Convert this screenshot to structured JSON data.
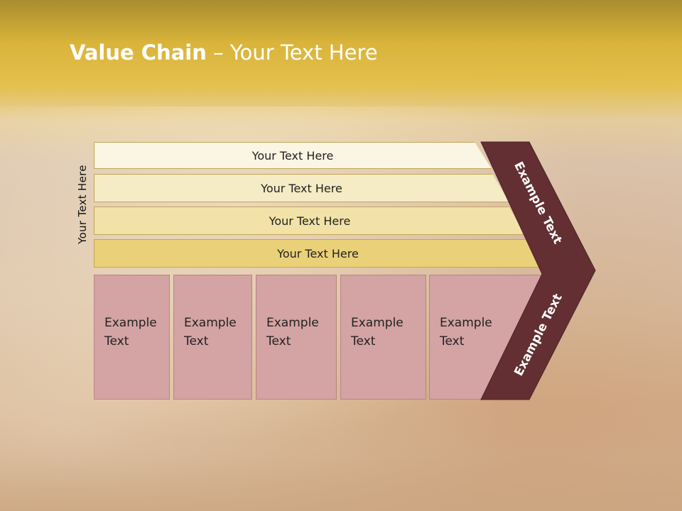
{
  "title": {
    "bold": "Value Chain",
    "separator": " – ",
    "rest": "Your Text Here"
  },
  "side_label": "Your Text Here",
  "support_bars": [
    {
      "label": "Your Text Here",
      "color": "#fbf5e4"
    },
    {
      "label": "Your Text Here",
      "color": "#f5ebc4"
    },
    {
      "label": "Your Text Here",
      "color": "#f2e2a8"
    },
    {
      "label": "Your Text Here",
      "color": "#ead078"
    }
  ],
  "primary_activities": [
    {
      "line1": "Example",
      "line2": "Text"
    },
    {
      "line1": "Example",
      "line2": "Text"
    },
    {
      "line1": "Example",
      "line2": "Text"
    },
    {
      "line1": "Example",
      "line2": "Text"
    },
    {
      "line1": "Example",
      "line2": "Text"
    }
  ],
  "margin_upper": "Example Text",
  "margin_lower": "Example Text",
  "colors": {
    "margin_arrow": "#632f33",
    "primary_box": "#d4a3a3",
    "title_text": "#ffffff"
  }
}
